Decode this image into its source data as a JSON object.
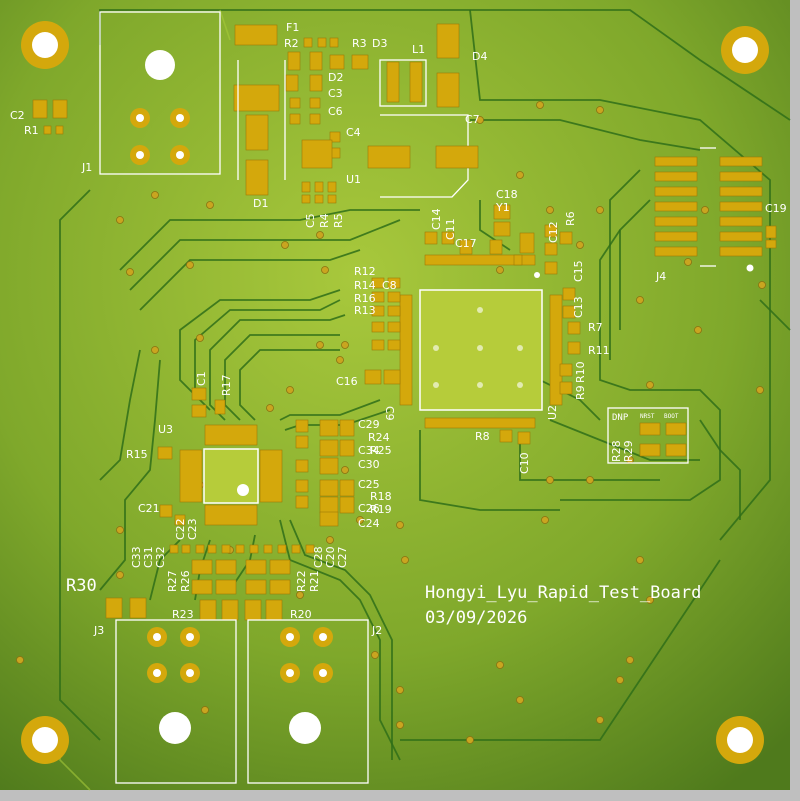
{
  "board": {
    "title": "Hongyi_Lyu_Rapid_Test_Board",
    "date": "03/09/2026",
    "dnp_label": "DNP",
    "dnp_sub": [
      "NRST",
      "BOOT"
    ],
    "colors": {
      "background": "#bfbfbf",
      "soldermask": "#7fa82b",
      "copper_pad": "#d4a80c",
      "silkscreen": "#ffffff",
      "trace": "#2f6f19"
    }
  },
  "designators": {
    "F1": "F1",
    "R2": "R2",
    "R3": "R3",
    "D3": "D3",
    "L1": "L1",
    "D4": "D4",
    "D2": "D2",
    "C3": "C3",
    "C6": "C6",
    "C4": "C4",
    "U1": "U1",
    "C7": "C7",
    "D1": "D1",
    "C5": "C5",
    "R4": "R4",
    "R5": "R5",
    "C2": "C2",
    "R1": "R1",
    "J1": "J1",
    "C14": "C14",
    "C11": "C11",
    "C18": "C18",
    "Y1": "Y1",
    "C12": "C12",
    "R6": "R6",
    "C17": "C17",
    "C15": "C15",
    "C13": "C13",
    "R7": "R7",
    "R11": "R11",
    "R10": "R10",
    "R9": "R9",
    "U2": "U2",
    "R8": "R8",
    "C10": "C10",
    "R12": "R12",
    "R14": "R14",
    "C8": "C8",
    "R16": "R16",
    "R13": "R13",
    "C16": "C16",
    "C9": "C9",
    "J4": "J4",
    "C19": "C19",
    "C1": "C1",
    "R17": "R17",
    "U3": "U3",
    "R15": "R15",
    "C21": "C21",
    "C22": "C22",
    "C23": "C23",
    "C29": "C29",
    "R24": "R24",
    "C34": "C34",
    "R25": "R25",
    "C30": "C30",
    "C25": "C25",
    "R18": "R18",
    "C26": "C26",
    "R19": "R19",
    "C24": "C24",
    "C33": "C33",
    "C31": "C31",
    "C32": "C32",
    "R27": "R27",
    "R26": "R26",
    "C28": "C28",
    "C20": "C20",
    "C27": "C27",
    "R22": "R22",
    "R21": "R21",
    "R30": "R30",
    "R23": "R23",
    "R20": "R20",
    "J3": "J3",
    "J2": "J2",
    "R28": "R28",
    "R29": "R29"
  }
}
